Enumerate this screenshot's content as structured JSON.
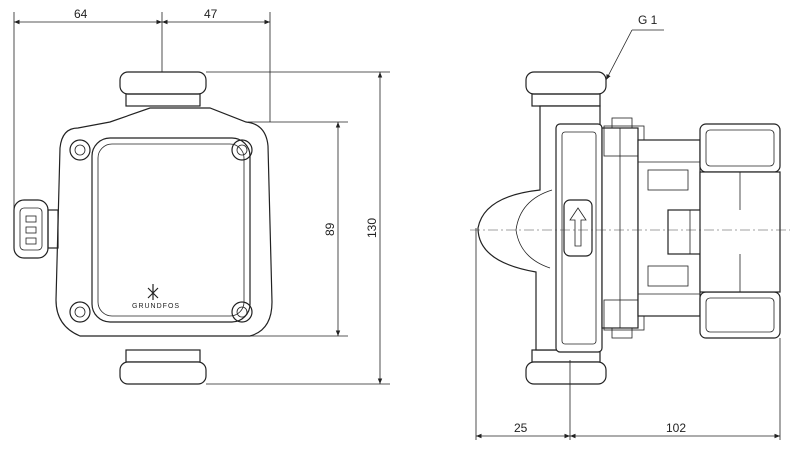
{
  "dimensions": {
    "front_left_width": "64",
    "front_right_width": "47",
    "front_inner_height": "89",
    "front_total_height": "130",
    "side_front_depth": "25",
    "side_body_depth": "102"
  },
  "thread_label": "G 1",
  "brand_text": "GRUNDFOS"
}
